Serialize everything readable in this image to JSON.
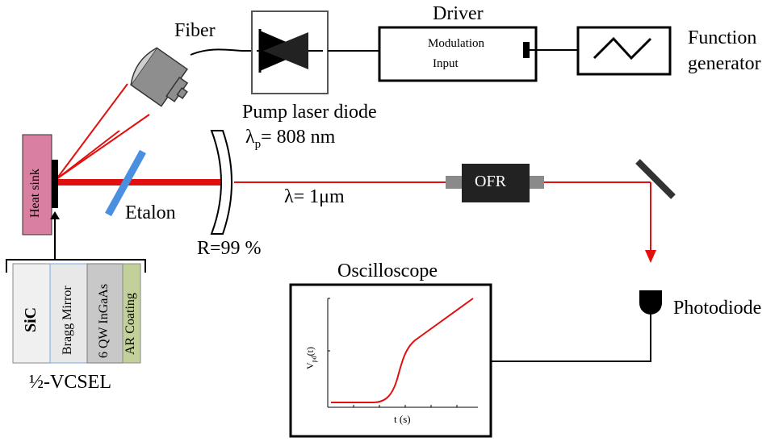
{
  "labels": {
    "fiber": "Fiber",
    "driver": "Driver",
    "modulation_line1": "Modulation",
    "modulation_line2": "Input",
    "function_line1": "Function",
    "function_line2": "generator",
    "pump_laser_diode": "Pump laser diode",
    "lambda_p_prefix": "λ",
    "lambda_p_sub": "p",
    "lambda_p_value": "= 808 nm",
    "heat_sink": "Heat sink",
    "etalon": "Etalon",
    "lambda": "λ= 1μm",
    "ofr": "OFR",
    "reflectivity": "R=99 %",
    "oscilloscope": "Oscilloscope",
    "photodiode": "Photodiode",
    "vcsel": "½-VCSEL",
    "plot_ylabel": "V",
    "plot_ylabel_sub": "pd",
    "plot_ylabel_suffix": "(t)",
    "plot_xlabel": "t (s)"
  },
  "vcsel_layers": [
    {
      "label": "SiC",
      "color": "#f0f0f0"
    },
    {
      "label": "Bragg Mirror",
      "color": "#e8e8e8"
    },
    {
      "label": "6 QW InGaAs",
      "color": "#c8c8c8"
    },
    {
      "label": "AR Coating",
      "color": "#c2d19a"
    }
  ],
  "colors": {
    "beam": "#e01010",
    "heat_sink": "#d97fa1",
    "etalon": "#4a8fe0",
    "lens": "#9a9a9a",
    "ofr": "#222222",
    "curve": "#e01010"
  }
}
